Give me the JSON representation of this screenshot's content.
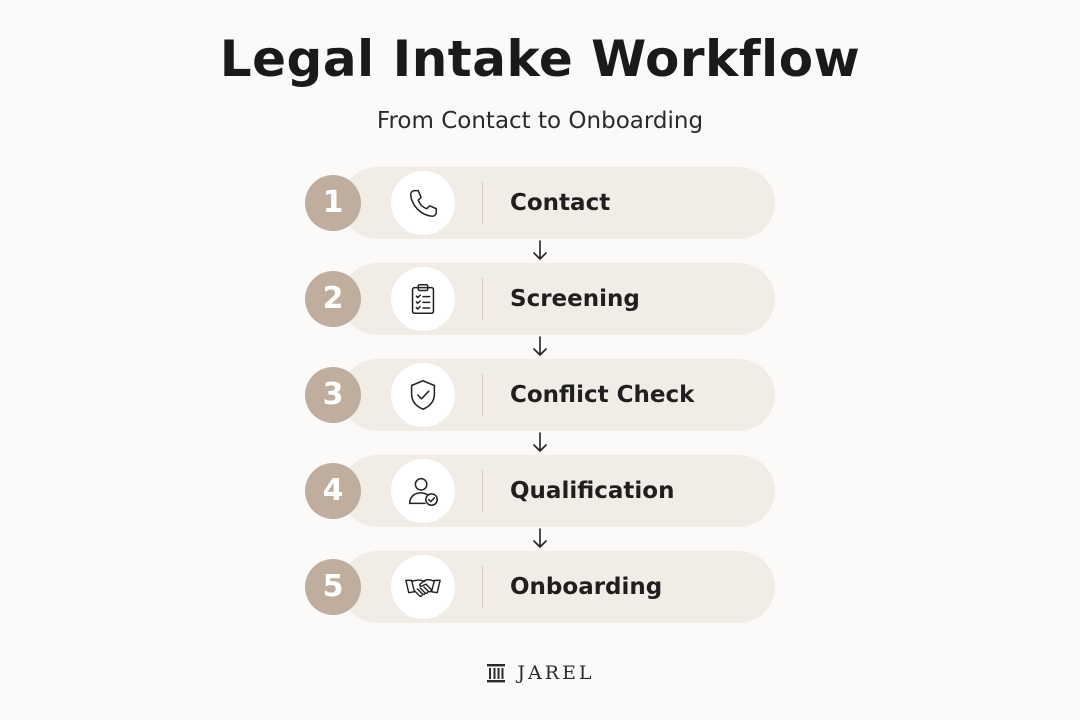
{
  "header": {
    "title": "Legal Intake Workflow",
    "subtitle": "From Contact to Onboarding"
  },
  "steps": [
    {
      "number": "1",
      "label": "Contact",
      "icon": "phone-icon"
    },
    {
      "number": "2",
      "label": "Screening",
      "icon": "clipboard-checklist-icon"
    },
    {
      "number": "3",
      "label": "Conflict Check",
      "icon": "shield-check-icon"
    },
    {
      "number": "4",
      "label": "Qualification",
      "icon": "user-check-icon"
    },
    {
      "number": "5",
      "label": "Onboarding",
      "icon": "handshake-icon"
    }
  ],
  "brand": {
    "name": "JAREL",
    "icon": "pillar-logo-icon"
  },
  "colors": {
    "background": "#fbfaf8",
    "pill": "#f1ece6",
    "number_circle": "#bfae9d",
    "text": "#1c1c1c"
  }
}
